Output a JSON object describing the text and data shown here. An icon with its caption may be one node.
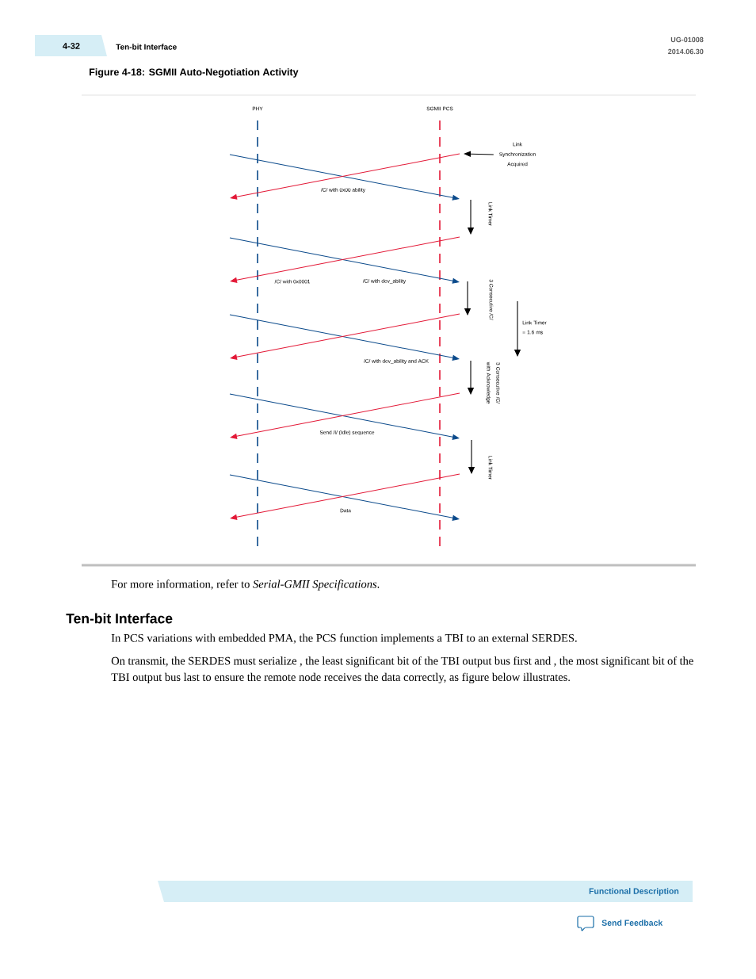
{
  "diagram": {
    "title": "Figure 4-18: SGMII Auto-Negotiation Activity",
    "nodes": [
      {
        "text": [
          "PHY"
        ]
      },
      {
        "text": [
          "SGMII PCS"
        ]
      },
      {
        "text": [
          "Link Synchronization Acquired"
        ]
      }
    ],
    "edges": [
      {
        "from": 0,
        "to": 1,
        "arrow": "to"
      },
      {
        "from": 1,
        "to": 0,
        "arrow": "to",
        "color": "#e31937",
        "label": "/C/ with 0x00 ability"
      },
      {
        "from": 0,
        "to": 1,
        "arrow": "to",
        "label": "/C/ with dev_ability"
      },
      {
        "from": 1,
        "to": 0,
        "arrow": "to",
        "color": "#e31937",
        "label": "/C/ with 0x0001"
      },
      {
        "from": 0,
        "to": 1,
        "arrow": "to",
        "label": "/C/ with dev_ability and ACK"
      },
      {
        "from": 1,
        "to": 0,
        "arrow": "to",
        "color": "#e31937"
      },
      {
        "from": 0,
        "to": 1,
        "arrow": "to",
        "label": "Send /I/ (Idle) sequence"
      },
      {
        "from": 1,
        "to": 0,
        "arrow": "to",
        "color": "#e31937"
      },
      {
        "from": 0,
        "to": 1,
        "arrow": "to",
        "label": "Data"
      },
      {
        "from": 1,
        "to": 0,
        "arrow": "to",
        "color": "#e31937"
      },
      {
        "from": 2,
        "to": 1,
        "arrow": "to",
        "color": "#000000"
      }
    ],
    "labels": [
      "4-32",
      "Ten-bit Interface",
      "UG-01008",
      "2014.06.30",
      "Link Timer",
      "3 Consecutive /C/",
      "Link Timer = 1.6 ms",
      "3 Consecutive /C/ with Acknowledge",
      "Link Timer",
      "For more information, refer to *Serial-GMII Specifications*.",
      "Ten-bit Interface",
      "In PCS variations with embedded PMA, the PCS function implements a TBI to an external SERDES.",
      "On transmit, the SERDES must serialize , the least significant bit of the TBI output bus first and , the most significant bit of the TBI output bus last to ensure the remote node receives the data correctly, as figure below illustrates.",
      "Functional Description",
      "Send Feedback"
    ]
  }
}
